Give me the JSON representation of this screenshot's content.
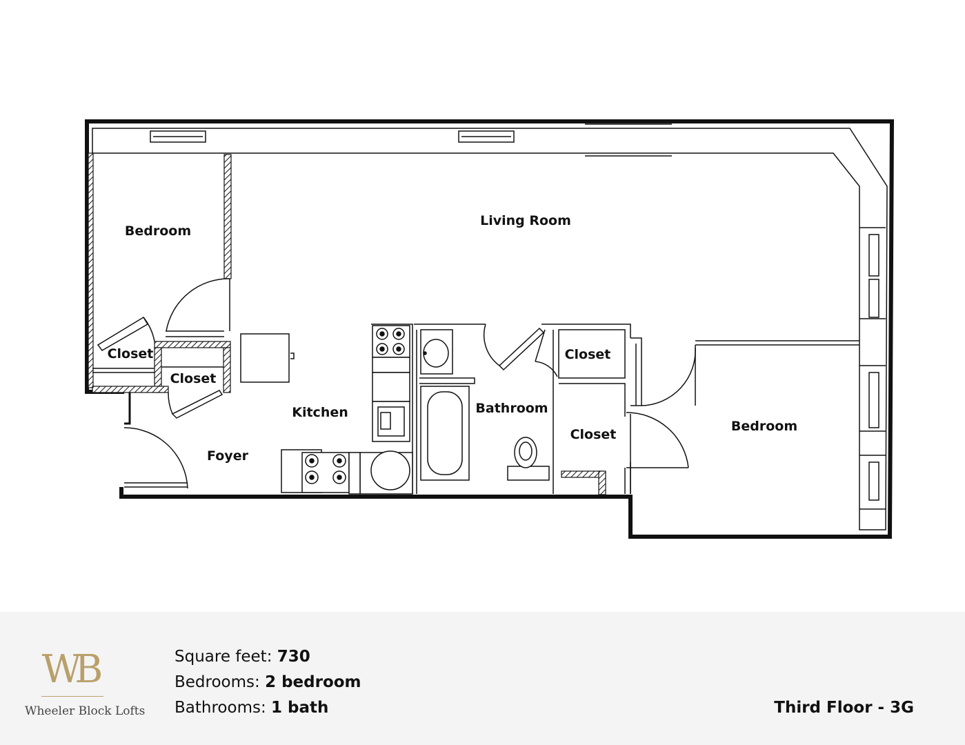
{
  "rooms": {
    "bedroom_left": "Bedroom",
    "living_room": "Living Room",
    "closet_1": "Closet",
    "closet_2": "Closet",
    "kitchen": "Kitchen",
    "foyer": "Foyer",
    "bathroom": "Bathroom",
    "closet_3": "Closet",
    "closet_4": "Closet",
    "bedroom_right": "Bedroom"
  },
  "logo": {
    "monogram": "WB",
    "name": "Wheeler Block Lofts",
    "color": "#b9a06b"
  },
  "specs": {
    "sqft_label": "Square feet: ",
    "sqft_value": "730",
    "bedrooms_label": "Bedrooms: ",
    "bedrooms_value": "2 bedroom",
    "bathrooms_label": "Bathrooms: ",
    "bathrooms_value": "1 bath"
  },
  "unit": "Third Floor - 3G"
}
